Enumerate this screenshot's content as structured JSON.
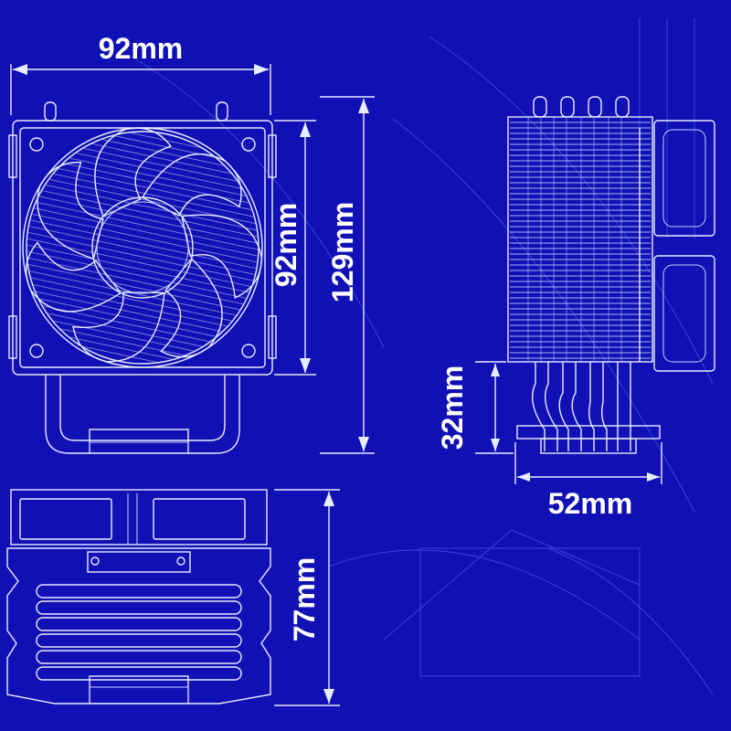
{
  "colors": {
    "background": "#1010b4",
    "line": "#e8ecff",
    "text": "#ffffff"
  },
  "dimensions": {
    "top_width": "92mm",
    "fan_height": "92mm",
    "total_height": "129mm",
    "base_height": "32mm",
    "base_width": "52mm",
    "bottom_height": "77mm"
  }
}
